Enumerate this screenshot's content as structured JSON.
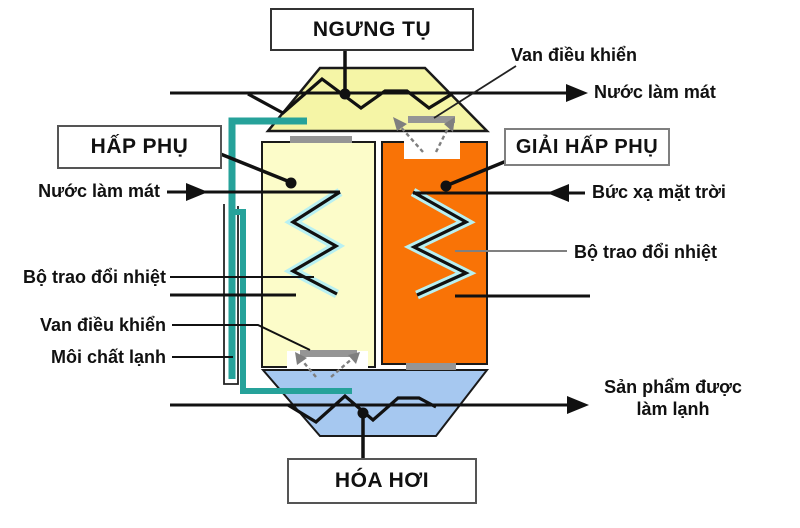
{
  "diagram": {
    "title_boxes": {
      "condenser": "NGƯNG TỤ",
      "adsorber": "HẤP PHỤ",
      "desorber": "GIẢI HẤP PHỤ",
      "evaporator": "HÓA HƠI"
    },
    "labels": {
      "control_valve_top": "Van điều khiển",
      "cooling_water_out": "Nước làm mát",
      "cooling_water_in": "Nước làm mát",
      "solar_radiation": "Bức xạ mặt trời",
      "heat_exchanger_right": "Bộ trao đổi nhiệt",
      "heat_exchanger_left": "Bộ trao đổi nhiệt",
      "control_valve_bottom": "Van điều khiển",
      "refrigerant": "Môi chất lạnh",
      "cooled_product": "Sản phẩm được làm lạnh"
    },
    "colors": {
      "condenser_fill": "#F5F5A6",
      "adsorber_fill": "#FCFCC9",
      "desorber_fill": "#F97306",
      "evaporator_fill": "#A6C8F0",
      "pipe_teal": "#26A29A",
      "coil_glow": "#B8F0F2",
      "valve_gray": "#959595",
      "dashed_arrow_gray": "#7F7F7F"
    }
  }
}
